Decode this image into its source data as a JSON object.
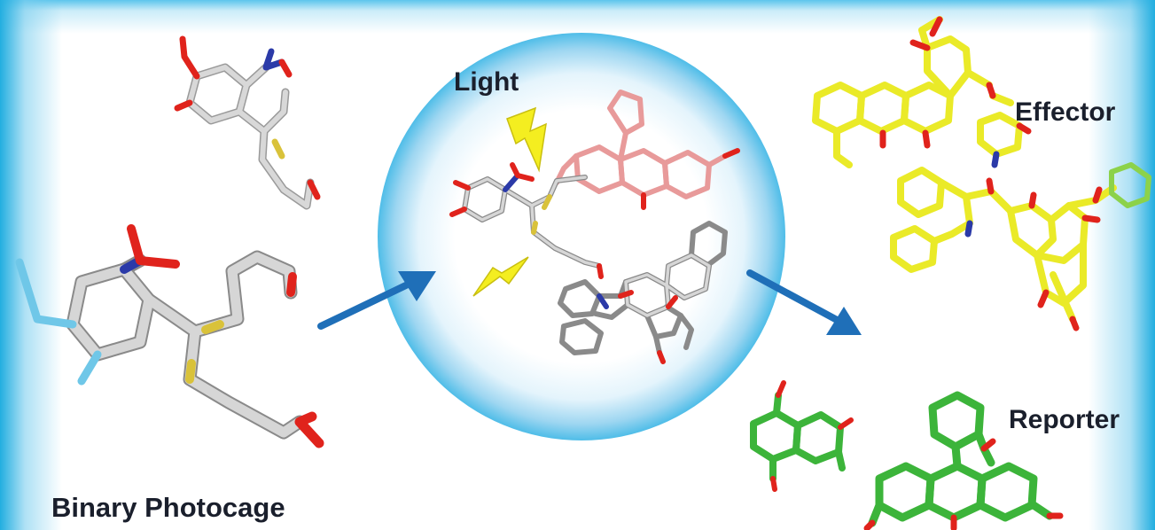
{
  "labels": {
    "binary_photocage": "Binary Photocage",
    "light": "Light",
    "effector": "Effector",
    "reporter": "Reporter"
  },
  "icons": [
    "lightning-bolt-icon",
    "arrow-right-icon"
  ],
  "colors": {
    "border_blue": "#22aee0",
    "sphere_blue": "#4fbde8",
    "arrow_blue": "#1f6fb8",
    "carbon_grey": "#c8c8c8",
    "oxygen_red": "#e0231c",
    "nitrogen_blue": "#2b3aa8",
    "sulfur_yellow": "#d9c23a",
    "effector_yellow": "#eaea28",
    "reporter_green": "#3cb43a",
    "reporter_pink": "#e89a9a",
    "bolt_yellow": "#f4ee20"
  }
}
